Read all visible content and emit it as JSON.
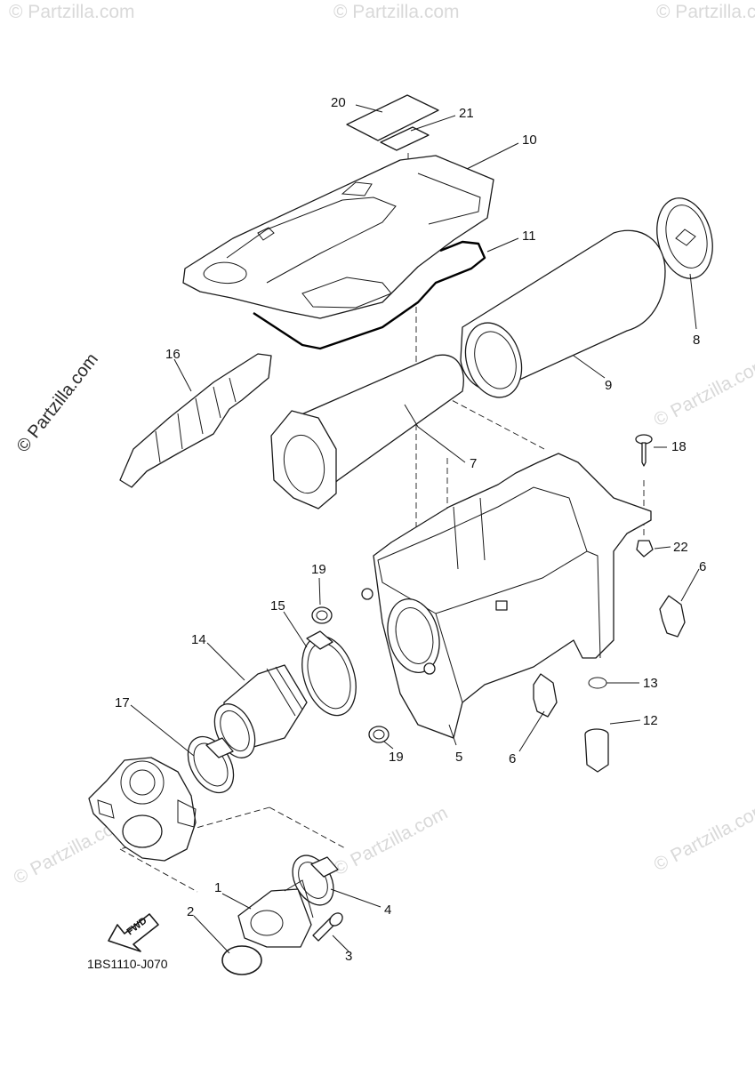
{
  "diagram": {
    "drawing_code": "1BS1110-J070",
    "fwd_label": "FWD",
    "watermark_main": "© Partzilla.com",
    "watermark_faint": "© Partzilla.com",
    "callouts": {
      "p1": "1",
      "p2": "2",
      "p3": "3",
      "p4": "4",
      "p5": "5",
      "p6a": "6",
      "p6b": "6",
      "p7": "7",
      "p8": "8",
      "p9": "9",
      "p10": "10",
      "p11": "11",
      "p12": "12",
      "p13": "13",
      "p14": "14",
      "p15": "15",
      "p16": "16",
      "p17": "17",
      "p18": "18",
      "p19a": "19",
      "p19b": "19",
      "p20": "20",
      "p21": "21",
      "p22": "22"
    }
  }
}
